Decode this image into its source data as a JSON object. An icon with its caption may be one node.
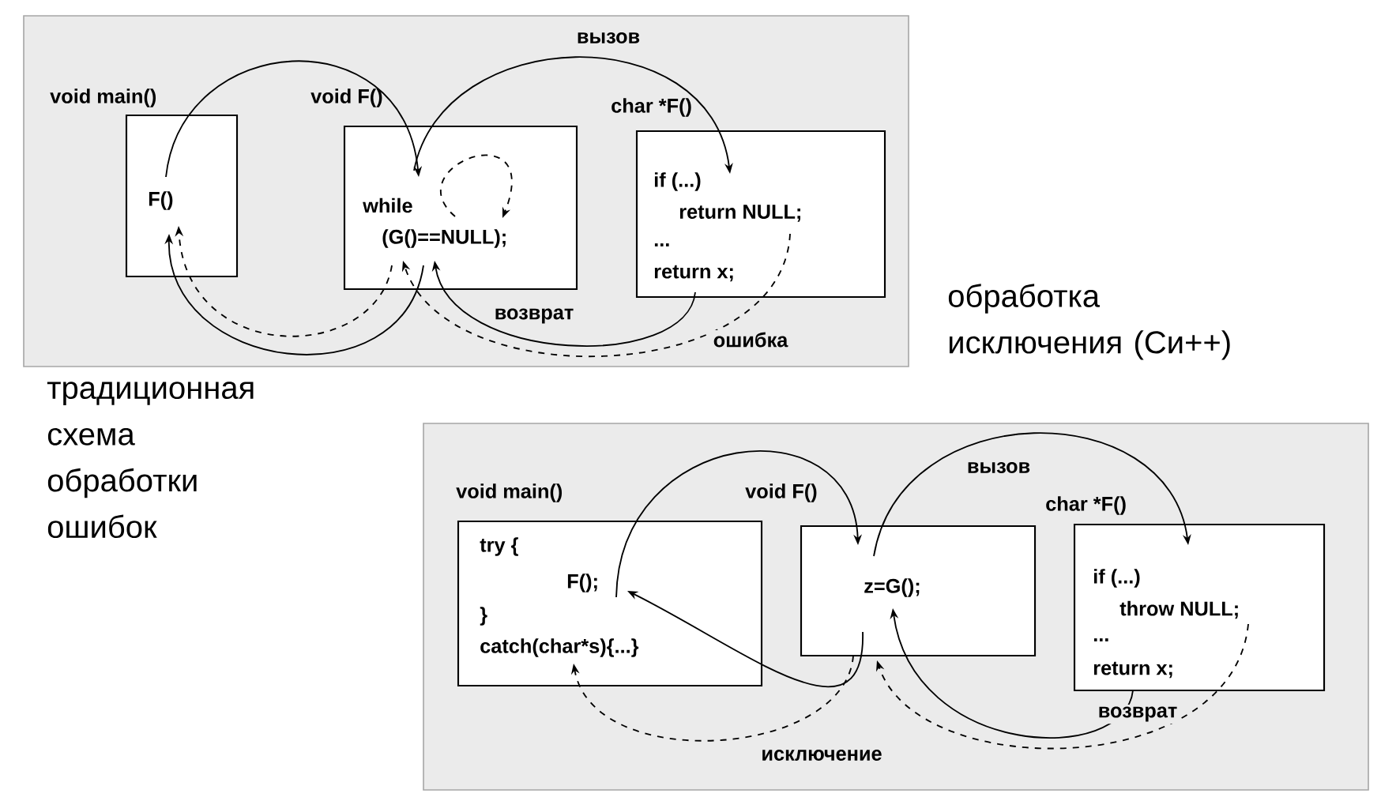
{
  "diagram": {
    "nodes": [
      {
        "text": [],
        "shape": "box",
        "beside": [
          "традиционная схема обработки ошибок"
        ]
      },
      {
        "text": [
          "void main()",
          "F()"
        ],
        "in": 0
      },
      {
        "text": [
          "void F()",
          "while",
          "(G()==NULL);"
        ],
        "in": 0
      },
      {
        "text": [
          "char *F()",
          "if (...)",
          "return NULL;",
          "...",
          "return x;"
        ],
        "in": 0
      },
      {
        "text": [],
        "shape": "box",
        "beside": [
          "обработка исключения (Си++)"
        ]
      },
      {
        "text": [
          "void main()",
          "try {",
          "F();",
          "}",
          "catch(char*s){...}"
        ],
        "in": 4
      },
      {
        "text": [
          "void F()",
          "z=G();"
        ],
        "in": 4
      },
      {
        "text": [
          "char *F()",
          "if (...)",
          "throw NULL;",
          "...",
          "return x;"
        ],
        "in": 4
      }
    ],
    "edges": [
      {
        "from": 1,
        "to": 2,
        "arrow": "to"
      },
      {
        "from": 2,
        "to": 3,
        "arrow": "to",
        "label": "вызов"
      },
      {
        "from": 2,
        "to": 2,
        "arrow": "to",
        "style": "dashed"
      },
      {
        "from": 3,
        "to": 2,
        "arrow": "to",
        "label": "возврат"
      },
      {
        "from": 2,
        "to": 1,
        "arrow": "to"
      },
      {
        "from": 2,
        "to": 1,
        "arrow": "to",
        "style": "dashed"
      },
      {
        "from": 3,
        "to": 2,
        "arrow": "to",
        "style": "dashed",
        "label": "ошибка"
      },
      {
        "from": 5,
        "to": 6,
        "arrow": "to"
      },
      {
        "from": 6,
        "to": 7,
        "arrow": "to",
        "label": "вызов"
      },
      {
        "from": 7,
        "to": 6,
        "arrow": "to",
        "label": "возврат"
      },
      {
        "from": 6,
        "to": 5,
        "arrow": "to"
      },
      {
        "from": 7,
        "to": 6,
        "arrow": "to",
        "style": "dashed"
      },
      {
        "from": 6,
        "to": 5,
        "arrow": "to",
        "style": "dashed",
        "label": "исключение"
      }
    ]
  }
}
